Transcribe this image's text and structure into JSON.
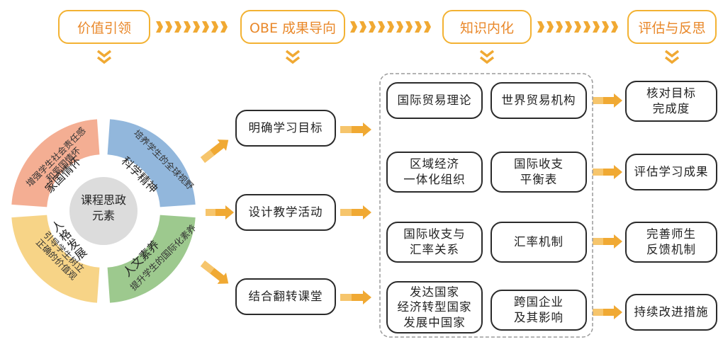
{
  "header": {
    "stages": [
      "价值引领",
      "OBE 成果导向",
      "知识内化",
      "评估与反思"
    ]
  },
  "wheel": {
    "center": "课程思政\n元素",
    "segments": [
      {
        "label": "家国情怀",
        "tagline1": "增强学生社会责任感",
        "tagline2": "和爱国情怀",
        "color": "#f2a080"
      },
      {
        "label": "科学精神",
        "tagline1": "培养学生的全球视野",
        "tagline2": "",
        "color": "#7faad6"
      },
      {
        "label": "人文素养",
        "tagline1": "提升学生的国际化素养",
        "tagline2": "",
        "color": "#8cc07a"
      },
      {
        "label": "人格发展",
        "tagline1": "引导学生树立",
        "tagline2": "正确的价值观",
        "color": "#f6cd72"
      }
    ]
  },
  "steps": [
    "明确学习目标",
    "设计教学活动",
    "结合翻转课堂"
  ],
  "knowledge": [
    [
      "国际贸易理论",
      "世界贸易机构"
    ],
    [
      "区域经济\n一体化组织",
      "国际收支\n平衡表"
    ],
    [
      "国际收支与\n汇率关系",
      "汇率机制"
    ],
    [
      "发达国家\n经济转型国家\n发展中国家",
      "跨国企业\n及其影响"
    ]
  ],
  "evaluation": [
    "核对目标\n完成度",
    "评估学习成果",
    "完善师生\n反馈机制",
    "持续改进措施"
  ],
  "colors": {
    "accent": "#f3b233",
    "accent_text": "#e9882a",
    "arrow": "#f0a933",
    "box_border": "#2b2b2b",
    "center_circle": "#dcdcdc"
  }
}
